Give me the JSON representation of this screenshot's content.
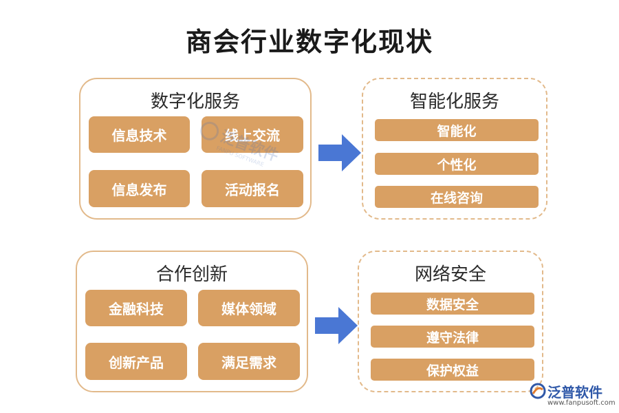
{
  "title": "商会行业数字化现状",
  "colors": {
    "tile": "#d9a063",
    "border": "#e2b98a",
    "arrow": "#4a77d4",
    "brand": "#2f58a8"
  },
  "panels": {
    "digital_service": {
      "title": "数字化服务",
      "items": [
        "信息技术",
        "线上交流",
        "信息发布",
        "活动报名"
      ]
    },
    "smart_service": {
      "title": "智能化服务",
      "items": [
        "智能化",
        "个性化",
        "在线咨询"
      ]
    },
    "cooperation": {
      "title": "合作创新",
      "items": [
        "金融科技",
        "媒体领域",
        "创新产品",
        "满足需求"
      ]
    },
    "network_security": {
      "title": "网络安全",
      "items": [
        "数据安全",
        "遵守法律",
        "保护权益"
      ]
    }
  },
  "watermark": {
    "name": "泛普软件",
    "sub": "FANPU SOFTWARE"
  },
  "logo": {
    "name": "泛普软件",
    "url": "www.fanpusoft.com",
    "icon": "fanpu-logo-icon"
  }
}
